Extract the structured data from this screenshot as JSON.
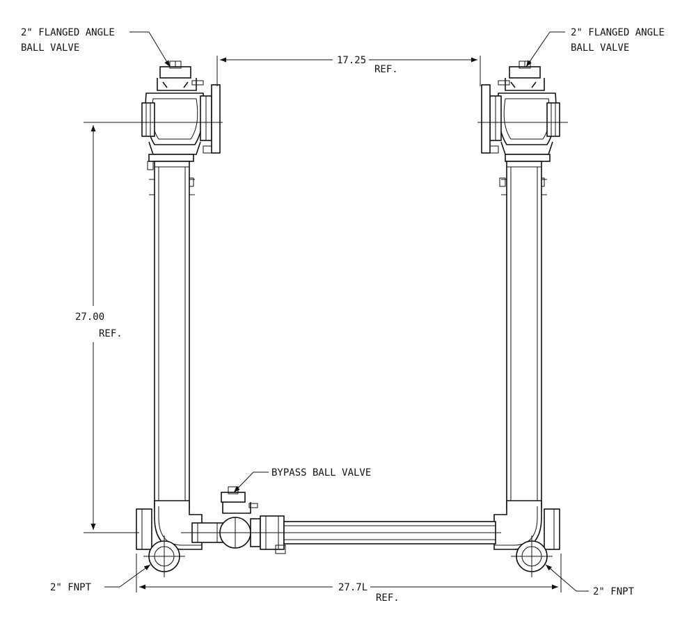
{
  "labels": {
    "valve_left_line1": "2\" FLANGED ANGLE",
    "valve_left_line2": "BALL VALVE",
    "valve_right_line1": "2\" FLANGED ANGLE",
    "valve_right_line2": "BALL VALVE",
    "bypass_valve": "BYPASS BALL VALVE",
    "fnpt_left": "2\" FNPT",
    "fnpt_right": "2\" FNPT"
  },
  "dimensions": {
    "top_width": {
      "value": "17.25",
      "ref": "REF."
    },
    "height": {
      "value": "27.00",
      "ref": "REF."
    },
    "bottom_width": {
      "value": "27.7L",
      "ref": "REF."
    }
  }
}
